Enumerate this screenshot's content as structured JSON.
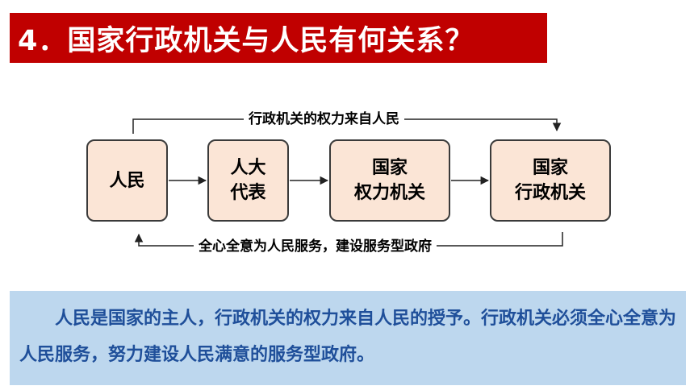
{
  "title": "4．国家行政机关与人民有何关系？",
  "diagram": {
    "boxes": [
      {
        "lines": [
          "人民"
        ]
      },
      {
        "lines": [
          "人大",
          "代表"
        ]
      },
      {
        "lines": [
          "国家",
          "权力机关"
        ]
      },
      {
        "lines": [
          "国家",
          "行政机关"
        ]
      }
    ],
    "top_label": "行政机关的权力来自人民",
    "bottom_label": "全心全意为人民服务，建设服务型政府"
  },
  "summary": "人民是国家的主人，行政机关的权力来自人民的授予。行政机关必须全心全意为人民服务，努力建设人民满意的服务型政府。",
  "colors": {
    "title_bg": "#c00000",
    "box_fill": "#fbe5d6",
    "panel_bg": "#bdd7ee",
    "panel_text": "#1f4f9a"
  }
}
